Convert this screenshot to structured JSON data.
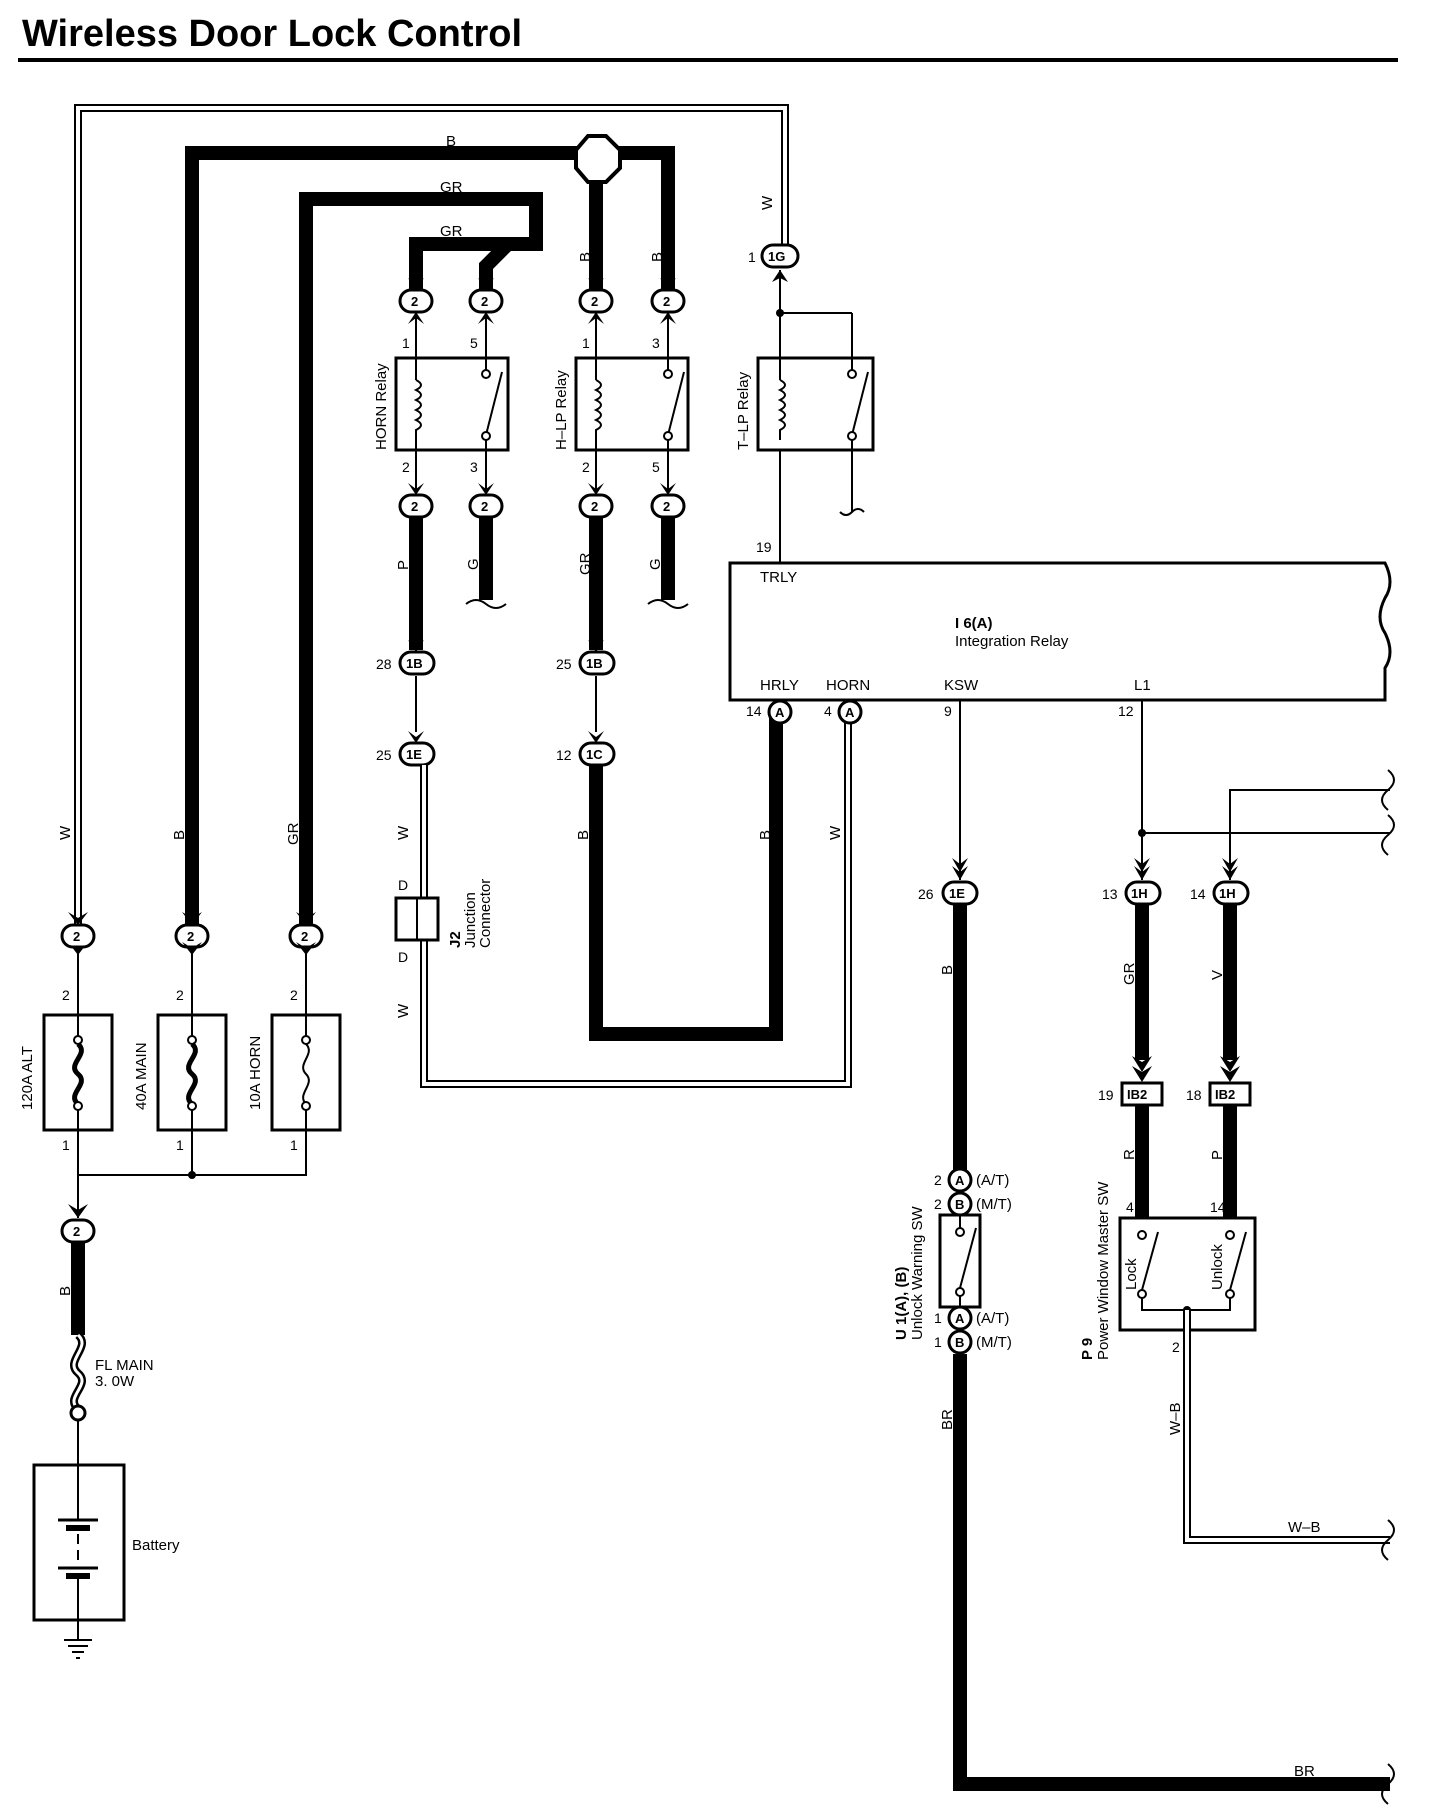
{
  "title": "Wireless Door Lock Control",
  "wires": {
    "w": "W",
    "b": "B",
    "gr": "GR",
    "p": "P",
    "g": "G",
    "v": "V",
    "r": "R",
    "br": "BR",
    "wb": "W–B"
  },
  "connectors": {
    "c2": "2",
    "c1g": "1G",
    "c1b": "1B",
    "c1e": "1E",
    "c1c": "1C",
    "c1h": "1H",
    "ib2": "IB2",
    "a": "A",
    "bb": "B"
  },
  "components": {
    "horn_relay": "HORN Relay",
    "hlp_relay": "H–LP Relay",
    "tlp_relay": "T–LP Relay",
    "integration_relay_id": "I 6(A)",
    "integration_relay": "Integration Relay",
    "trly": "TRLY",
    "hrly": "HRLY",
    "horn": "HORN",
    "ksw": "KSW",
    "l1": "L1",
    "j2_id": "J2",
    "j2_name": "Junction",
    "j2_name2": "Connector",
    "j2_d": "D",
    "fuse_alt": "120A ALT",
    "fuse_main": "40A MAIN",
    "fuse_horn": "10A HORN",
    "fl_main": "FL MAIN",
    "fl_size": "3. 0W",
    "battery": "Battery",
    "u1_id": "U 1(A), (B)",
    "u1_name": "Unlock Warning SW",
    "at": "(A/T)",
    "mt": "(M/T)",
    "p9_id": "P 9",
    "p9_name": "Power Window Master SW",
    "lock": "Lock",
    "unlock": "Unlock"
  },
  "pins": {
    "p1": "1",
    "p2": "2",
    "p3": "3",
    "p4": "4",
    "p5": "5",
    "p9": "9",
    "p12": "12",
    "p13": "13",
    "p14": "14",
    "p18": "18",
    "p19": "19",
    "p25": "25",
    "p26": "26",
    "p28": "28"
  }
}
